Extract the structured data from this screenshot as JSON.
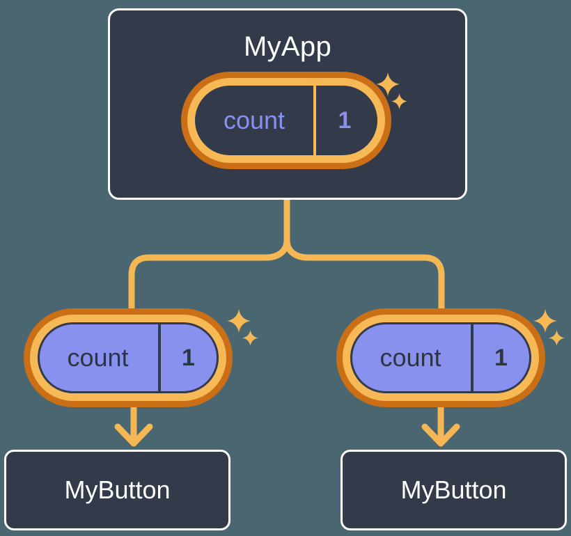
{
  "theme": {
    "background": "#4a6670",
    "card_bg": "#333b4a",
    "card_border": "#ffffff",
    "signal_ring_inner": "#f7b955",
    "signal_ring_outer": "#ca6f16",
    "signal_fill_leaf": "#8891ee",
    "accent_text": "#8891ee",
    "wire": "#f5b654",
    "sparkle": "#f7b955"
  },
  "diagram": {
    "type": "component-tree",
    "root": {
      "title": "MyApp",
      "signal": {
        "name": "count",
        "value": "1"
      }
    },
    "children": [
      {
        "signal": {
          "name": "count",
          "value": "1"
        },
        "component": {
          "title": "MyButton"
        }
      },
      {
        "signal": {
          "name": "count",
          "value": "1"
        },
        "component": {
          "title": "MyButton"
        }
      }
    ],
    "sparkle_icon": "sparkle-icon",
    "edge_icon": "arrow-down-icon"
  }
}
